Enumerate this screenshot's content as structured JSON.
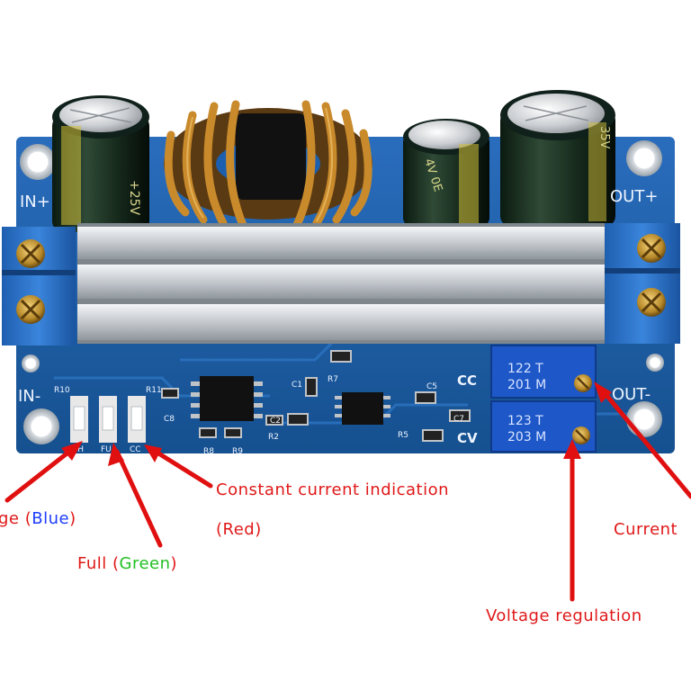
{
  "board": {
    "terminals": {
      "in_plus": "IN+",
      "in_minus": "IN-",
      "out_plus": "OUT+",
      "out_minus": "OUT-"
    },
    "marks": {
      "cc": "CC",
      "cv": "CV",
      "r10": "R10",
      "r11": "R11",
      "r7": "R7",
      "c1": "C1",
      "c2": "C2",
      "c5": "C5",
      "c7": "C7",
      "c8": "C8",
      "r2": "R2",
      "r5": "R5",
      "r8": "R8",
      "r9": "R9",
      "led_labels": [
        "CH",
        "FU",
        "CC"
      ]
    },
    "capacitors": {
      "left": "+25V",
      "middle": "4V 0E",
      "right": "35V"
    },
    "pots": {
      "top": {
        "line1": "122 T",
        "line2": "201 M"
      },
      "bottom": {
        "line1": "123 T",
        "line2": "203 M"
      }
    },
    "colors": {
      "pcb": "#1b5fae",
      "heatsink": "#c9ced3",
      "terminal": "#2a6fc2",
      "pot": "#1e58c8",
      "copper": "#c98a2c",
      "annotation": "#e01818"
    }
  },
  "annotations": {
    "charge": {
      "prefix": "ge (",
      "color_word": "Blue",
      "suffix": ")",
      "color_word_color": "#1d3cff"
    },
    "full": {
      "prefix": "Full (",
      "color_word": "Green",
      "suffix": ")",
      "color_word_color": "#22c022"
    },
    "cc_line1": "Constant current indication",
    "cc_line2": "(Red)",
    "current": "Current",
    "voltage": "Voltage regulation"
  }
}
